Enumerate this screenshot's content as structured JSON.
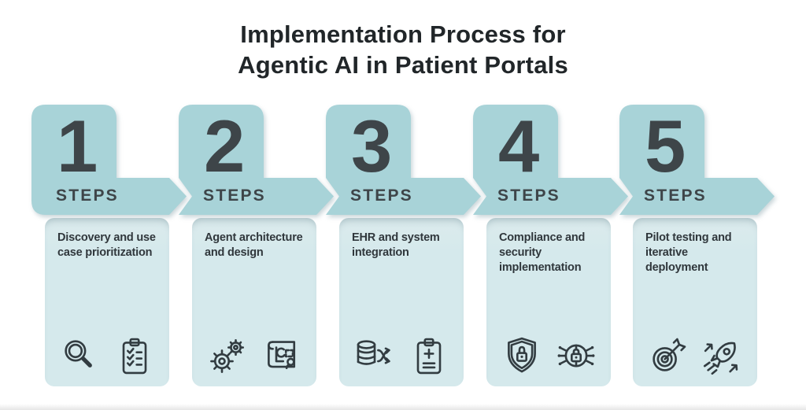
{
  "title": {
    "line1": "Implementation Process for",
    "line2": "Agentic AI in Patient Portals"
  },
  "colors": {
    "background": "#ffffff",
    "block_teal": "#a8d3d8",
    "card_teal": "#d5e9ec",
    "number_gray": "#3e4549",
    "title_dark": "#212629",
    "text_dark": "#30373c",
    "icon_dark": "#323c41"
  },
  "steps": [
    {
      "number": "1",
      "label": "STEPS",
      "description": "Discovery and use case prioritization",
      "icons": [
        "magnifier-icon",
        "checklist-icon"
      ]
    },
    {
      "number": "2",
      "label": "STEPS",
      "description": "Agent architecture and design",
      "icons": [
        "gears-icon",
        "blueprint-icon"
      ]
    },
    {
      "number": "3",
      "label": "STEPS",
      "description": "EHR and system integration",
      "icons": [
        "database-sync-icon",
        "medical-clipboard-icon"
      ]
    },
    {
      "number": "4",
      "label": "STEPS",
      "description": "Compliance and security implementation",
      "icons": [
        "shield-lock-icon",
        "circuit-lock-icon"
      ]
    },
    {
      "number": "5",
      "label": "STEPS",
      "description": "Pilot testing and iterative deployment",
      "icons": [
        "target-arrow-icon",
        "rocket-icon"
      ]
    }
  ]
}
